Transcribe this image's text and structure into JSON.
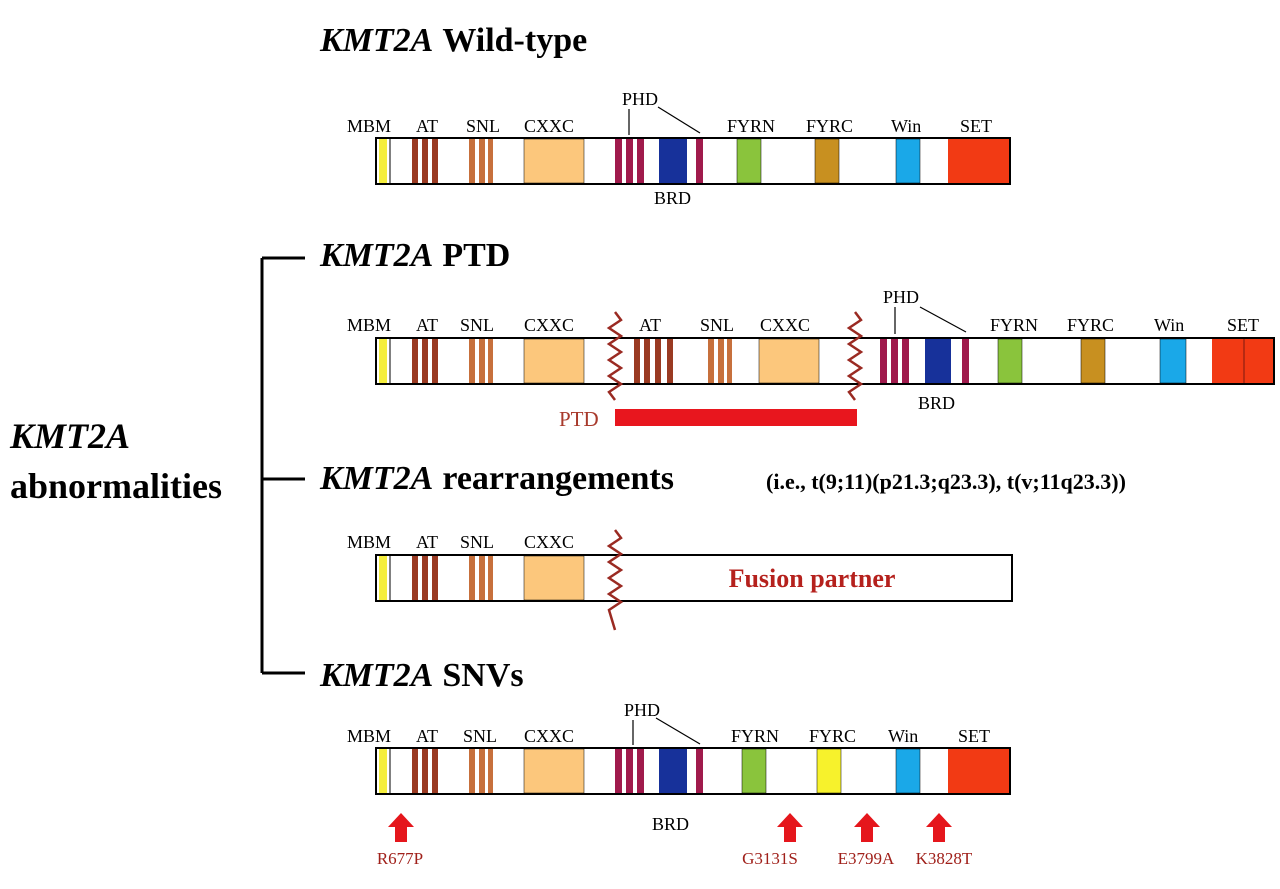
{
  "headings": {
    "wildtype": {
      "gene": "KMT2A",
      "rest": "Wild-type"
    },
    "ptd": {
      "gene": "KMT2A",
      "rest": "PTD"
    },
    "rearrangements": {
      "gene": "KMT2A",
      "rest": "rearrangements"
    },
    "snvs": {
      "gene": "KMT2A",
      "rest": "SNVs"
    }
  },
  "side_label": {
    "line1": "KMT2A",
    "line2": "abnormalities"
  },
  "rearrangement_note": "(i.e., t(9;11)(p21.3;q23.3), t(v;11q23.3))",
  "domain_labels": {
    "mbm": "MBM",
    "at": "AT",
    "snl": "SNL",
    "cxxc": "CXXC",
    "phd": "PHD",
    "brd": "BRD",
    "fyrn": "FYRN",
    "fyrc": "FYRC",
    "win": "Win",
    "set": "SET"
  },
  "ptd_label": "PTD",
  "fusion_label": "Fusion partner",
  "mutations": [
    "R677P",
    "G3131S",
    "E3799A",
    "K3828T"
  ],
  "colors": {
    "mbm": "#f5ee3c",
    "at": "#9a3a22",
    "snl": "#c7703c",
    "cxxc": "#fcc77c",
    "phd": "#a01a4c",
    "brd": "#17319a",
    "fyrn": "#8ac43c",
    "fyrc_wildtype": "#c89020",
    "fyrc_snv": "#f7f22c",
    "win": "#1aa8e8",
    "set": "#f23a14",
    "ptd_bar": "#e8161e",
    "breakpoint": "#9a2a22",
    "mutation_arrow": "#e5161c"
  }
}
